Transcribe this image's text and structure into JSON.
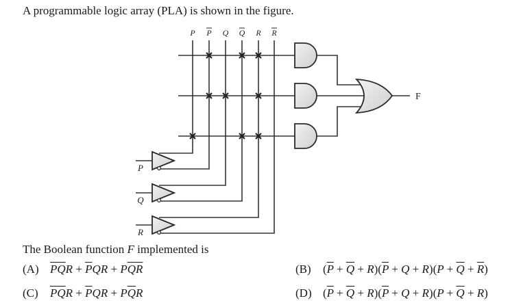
{
  "title": "A programmable logic array (PLA) is shown in the figure.",
  "diagram": {
    "column_labels": [
      {
        "name": "P",
        "bar": false
      },
      {
        "name": "P",
        "bar": true
      },
      {
        "name": "Q",
        "bar": false
      },
      {
        "name": "Q",
        "bar": true
      },
      {
        "name": "R",
        "bar": false
      },
      {
        "name": "R",
        "bar": true
      }
    ],
    "inputs": [
      "P",
      "Q",
      "R"
    ],
    "product_rows": [
      {
        "connections": [
          "P'",
          "Q'",
          "R"
        ]
      },
      {
        "connections": [
          "P'",
          "Q",
          "R"
        ]
      },
      {
        "connections": [
          "P",
          "Q'",
          "R"
        ]
      }
    ],
    "and_gates": 3,
    "or_gate": 1,
    "output_label": "F"
  },
  "question": "The Boolean function F implemented is",
  "options": [
    {
      "label": "(A)",
      "expr": "P̄Q̄R + P̄QR + PQ̄R̄"
    },
    {
      "label": "(B)",
      "expr": "(P̄ + Q̄ + R)(P̄ + Q + R)(P + Q̄ + R̄)"
    },
    {
      "label": "(C)",
      "expr": "P̄Q̄R + P̄QR + PQ̄R"
    },
    {
      "label": "(D)",
      "expr": "(P̄ + Q̄ + R)(P̄ + Q + R)(P + Q̄ + R)"
    }
  ]
}
